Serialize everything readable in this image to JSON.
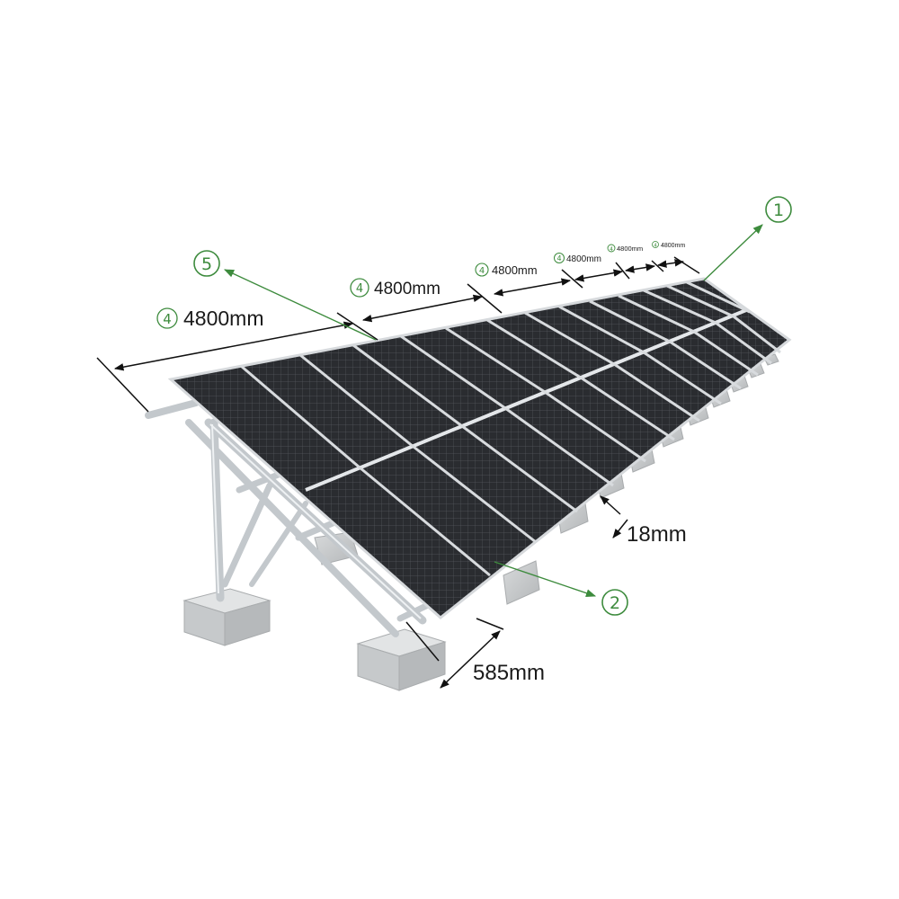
{
  "diagram": {
    "colors": {
      "callout": "#3d8b3d",
      "dimension_line": "#111111",
      "panel": "#2b2d30",
      "frame": "#cfd3d6",
      "concrete": "#c9cbcc"
    },
    "callouts": {
      "c1": "1",
      "c2": "2",
      "c5": "5",
      "seg_num": "4"
    },
    "dimensions": {
      "seg1": "4800mm",
      "seg2": "4800mm",
      "seg3": "4800mm",
      "seg4": "4800mm",
      "seg5": "4800mm",
      "seg6": "4800mm",
      "gap": "18mm",
      "depth": "585mm"
    }
  }
}
